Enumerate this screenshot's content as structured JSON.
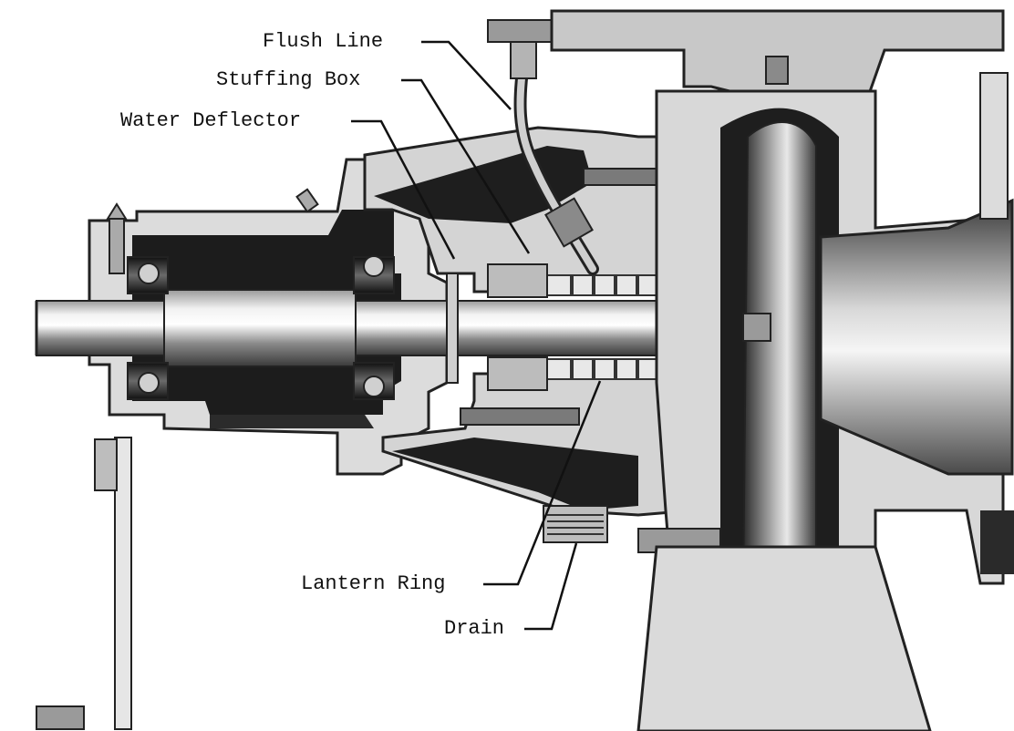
{
  "labels": {
    "flush_line": "Flush Line",
    "stuffing_box": "Stuffing Box",
    "water_deflector": "Water Deflector",
    "lantern_ring": "Lantern Ring",
    "drain": "Drain"
  },
  "colors": {
    "ink": "#111111",
    "dark_metal": "#1c1c1c",
    "mid_metal": "#6e6e6e",
    "light_metal": "#c8c8c8",
    "casting": "#dcdcdc",
    "background": "#ffffff"
  }
}
